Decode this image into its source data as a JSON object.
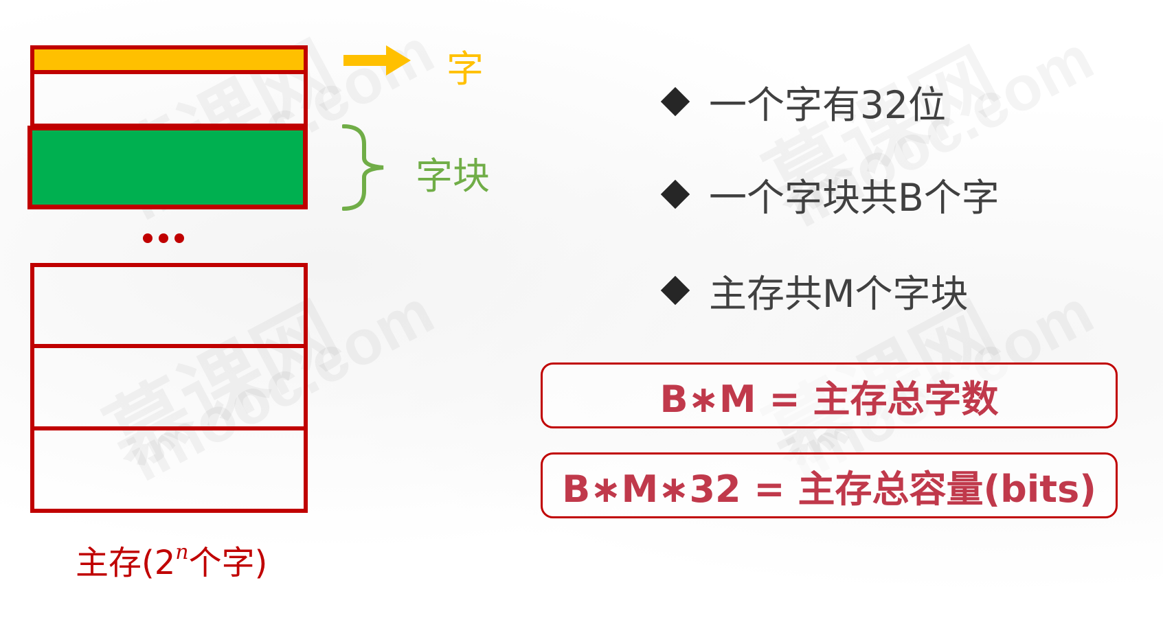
{
  "watermark": {
    "brand_text": "慕课网",
    "domain_text": "imooc.com"
  },
  "diagram": {
    "word_label": "字",
    "block_label": "字块",
    "main_memory_label_prefix": "主存(2",
    "main_memory_label_exponent": "n",
    "main_memory_label_suffix": "个字)",
    "colors": {
      "border": "#c00000",
      "word_fill": "#ffc000",
      "block_fill": "#00b050",
      "arrow": "#ffc000",
      "brace": "#70ad47"
    }
  },
  "bullets": [
    {
      "text": "一个字有32位"
    },
    {
      "text": "一个字块共B个字"
    },
    {
      "text": "主存共M个字块"
    }
  ],
  "formulas": [
    {
      "text": "B∗M = 主存总字数"
    },
    {
      "text": "B∗M∗32 = 主存总容量(bits)"
    }
  ]
}
